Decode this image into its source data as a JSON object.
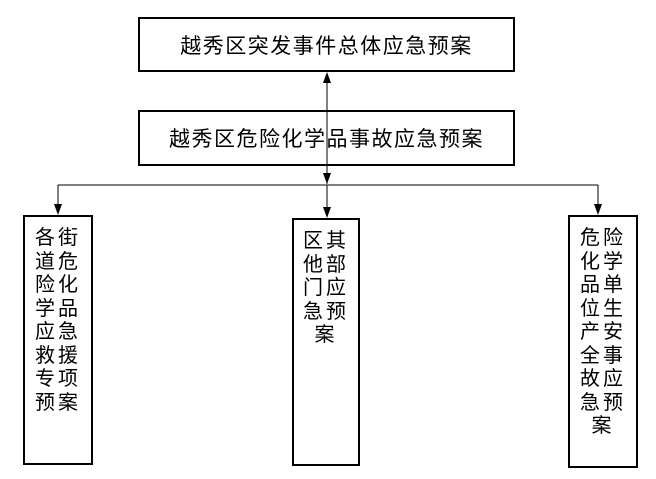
{
  "boxes": {
    "top": "越秀区突发事件总体应急预案",
    "middle": "越秀区危险化学品事故应急预案",
    "bottom": [
      {
        "label": "各街道危险化学品应急救援专项预案"
      },
      {
        "label": "区其他部门应急预案"
      },
      {
        "label": "危险化学品单位生产安全事故应急预案"
      }
    ]
  }
}
